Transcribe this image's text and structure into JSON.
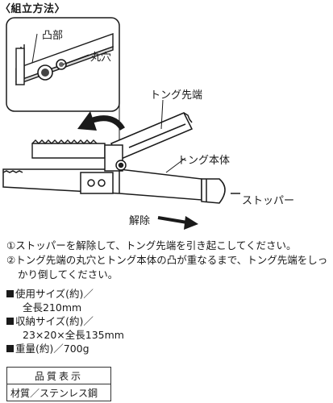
{
  "title": "〈組立方法〉",
  "diagram": {
    "totsu_label": "凸部",
    "maruana_label": "丸穴",
    "tong_tip_label": "トング先端",
    "tong_body_label": "トング本体",
    "stopper_label": "ストッパー",
    "release_label": "解除"
  },
  "instructions": [
    "①ストッパーを解除して、トング先端を引き起こしてください。",
    "②トング先端の丸穴とトング本体の凸が重なるまで、トング先端をしっ",
    "かり倒してください。"
  ],
  "specs": {
    "usage_size_label": "使用サイズ(約)／",
    "usage_size_value": "全長210mm",
    "storage_size_label": "収納サイズ(約)／",
    "storage_size_value": "23×20×全長135mm",
    "weight": "重量(約)／700g"
  },
  "quality": {
    "header": "品質表示",
    "material": "材質／ステンレス鋼"
  }
}
